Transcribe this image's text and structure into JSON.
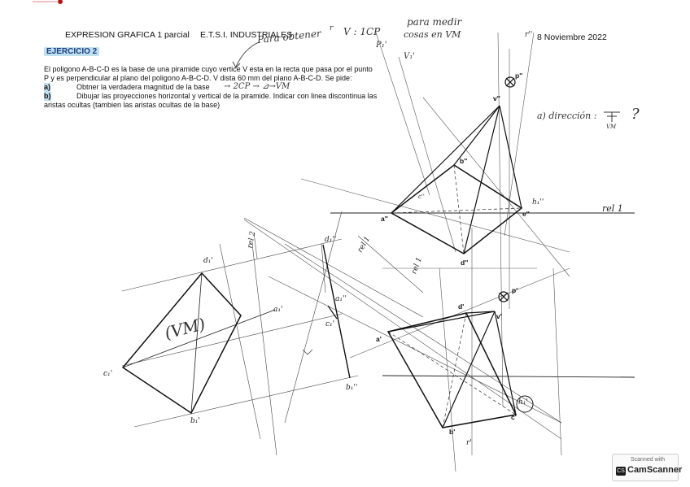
{
  "header": {
    "course": "EXPRESION GRAFICA 1 parcial",
    "school": "E.T.S.I. INDUSTRIALES",
    "date": "8 Noviembre  2022"
  },
  "exercise": {
    "title": "EJERCICIO 2",
    "intro_line1": "El poligono A-B-C-D es la base de una piramide cuyo vertice V esta en la recta que pasa por el punto",
    "intro_line2": "P y es perpendicular al plano del poligono A-B-C-D. V dista 60 mm del plano A-B-C-D. Se pide:",
    "item_a_marker": "a)",
    "item_a_text": "Obtner la verdadera magnitud de la base",
    "item_b_marker": "b)",
    "item_b_text": "Dibujar las proyecciones horizontal y vertical de la piramide. Indicar con linea discontinua las",
    "item_b_text2": "aristas ocultas (tambien las aristas ocultas de la base)"
  },
  "annotations": {
    "para_obtener": "Para obtener",
    "v_1cp": "V : 1CP",
    "para_medir": "para medir",
    "cosas_en_vm": "cosas en VM",
    "p1": "P₁'",
    "v1": "V₁'",
    "r_top": "r",
    "cp_note": "→ 2CP → ⊿→VM",
    "direccion": "a) dirección :",
    "direccion_vm": "VM",
    "question": "?",
    "vm_big": "(VM)"
  },
  "labels": {
    "a2": "a''",
    "b2": "b''",
    "d2": "d''",
    "e2": "e''",
    "v2": "v''",
    "p2": "p''",
    "h2": "h₁''",
    "r2": "r''",
    "c2": "c''",
    "rel1_right": "rel 1",
    "a1": "a'",
    "b1": "b'",
    "c1": "c'",
    "d1": "d'",
    "v1p": "v'",
    "p1p": "p'",
    "h1": "h₁'",
    "r1": "r'",
    "d1_prime": "d₁'",
    "c1_prime": "c₁'",
    "b1_prime": "b₁'",
    "d1_pp": "d₁''",
    "a1_pp": "a₁''",
    "b1_pp": "b₁''",
    "c1_pp": "c₁'",
    "a1_p": "a₁'",
    "rel1_a": "rel 1",
    "rel1_b": "rel 1",
    "rel2": "rel 2"
  },
  "scanner": {
    "scanned_with": "Scanned with",
    "brand": "CamScanner",
    "logo": "CS"
  }
}
